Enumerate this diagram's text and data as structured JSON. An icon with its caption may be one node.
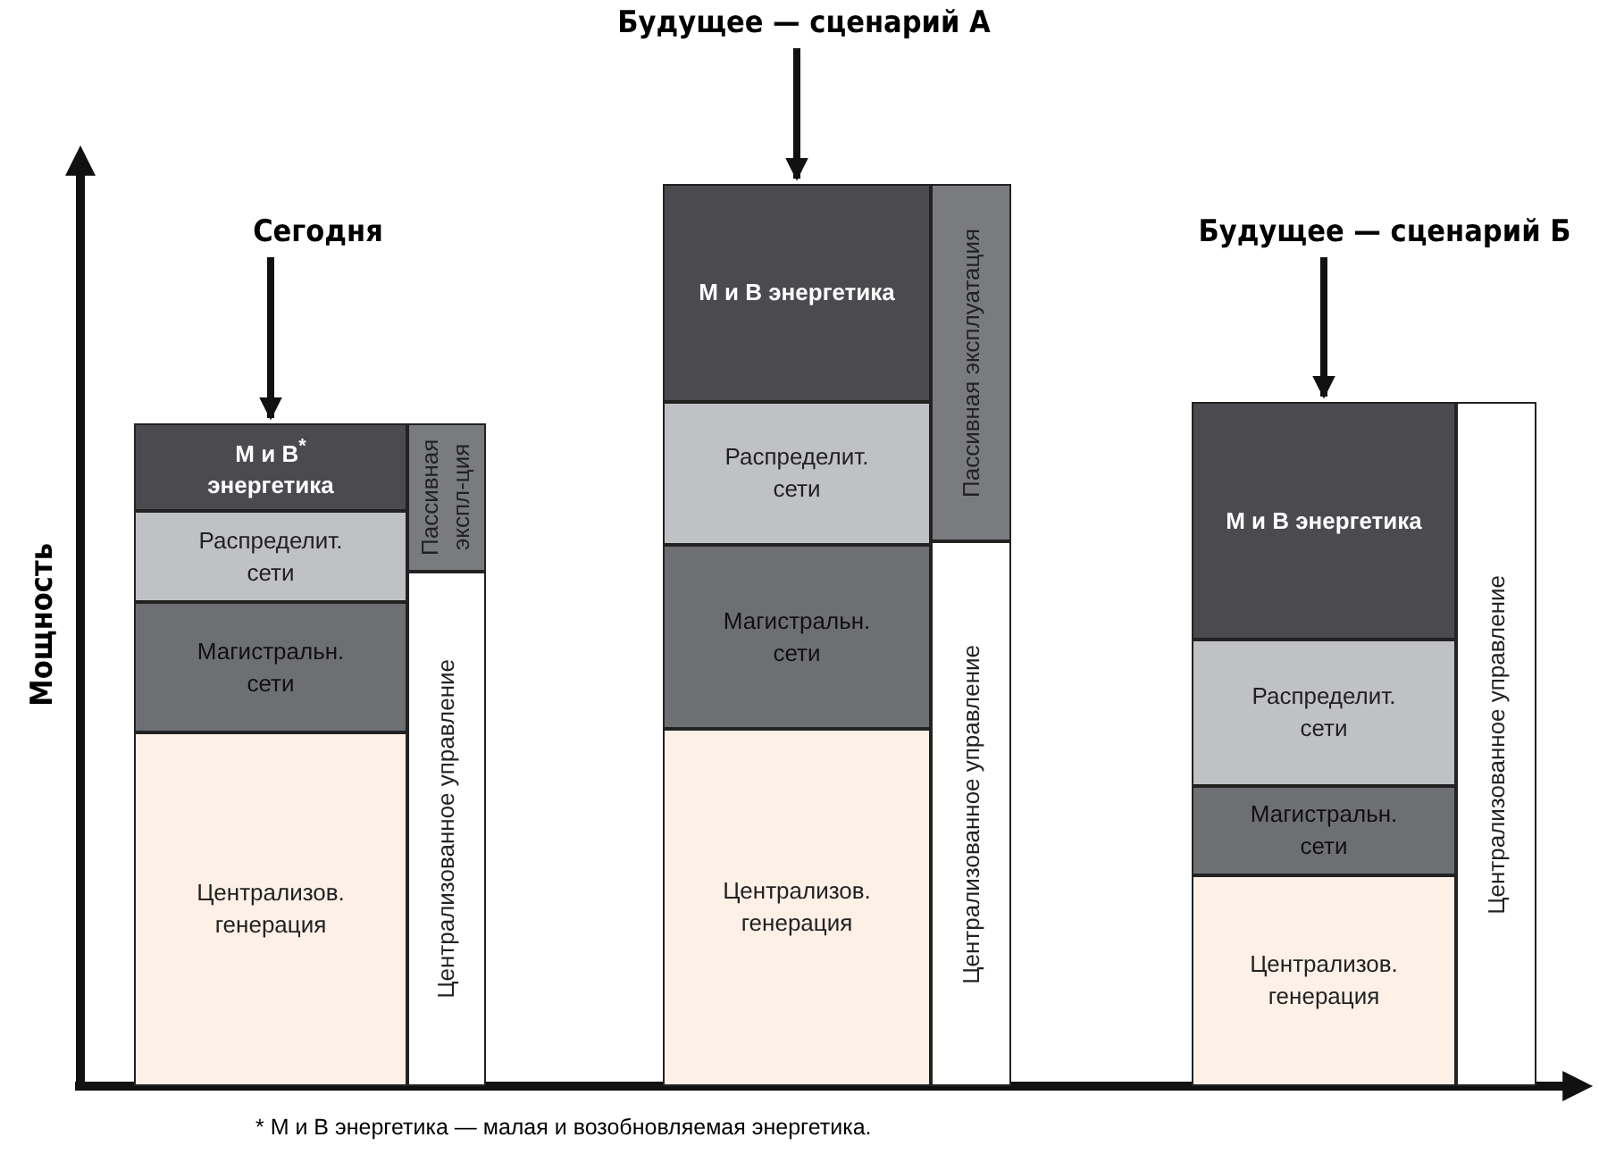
{
  "diagram": {
    "nodes": [
      {
        "text": [
          "Сегодня"
        ]
      },
      {
        "text": [
          "М и В$^{*}$ энергетика"
        ]
      },
      {
        "text": [
          "Распределит. сети"
        ]
      },
      {
        "text": [
          "Магистральн. сети"
        ]
      },
      {
        "text": [
          "Централизов. генерация"
        ]
      },
      {
        "text": [
          "Пассивная экспл-ция"
        ]
      },
      {
        "text": [
          "Централизованное управление"
        ]
      },
      {
        "text": [
          "Будущее — сценарий А"
        ]
      },
      {
        "text": [
          "М и В энергетика"
        ]
      },
      {
        "text": [
          "Распределит. сети"
        ]
      },
      {
        "text": [
          "Магистральн. сети"
        ]
      },
      {
        "text": [
          "Централизов. генерация"
        ]
      },
      {
        "text": [
          "Пассивная эксплуатация"
        ]
      },
      {
        "text": [
          "Централизованное управление"
        ]
      },
      {
        "text": [
          "Будущее — сценарий Б"
        ]
      },
      {
        "text": [
          "М и В энергетика"
        ]
      },
      {
        "text": [
          "Распределит. сети"
        ]
      },
      {
        "text": [
          "Магистральн. сети"
        ]
      },
      {
        "text": [
          "Централизов. генерация"
        ]
      },
      {
        "text": [
          "Централизованное управление"
        ]
      }
    ],
    "edges": [
      {
        "from": 0,
        "to": 1,
        "arrow": "to"
      },
      {
        "from": 7,
        "to": 8,
        "arrow": "to"
      },
      {
        "from": 14,
        "to": 15,
        "arrow": "to"
      }
    ],
    "labels": [
      "Мощность",
      "* М и В энергетика — малая и возобновляемая энергетика."
    ]
  }
}
